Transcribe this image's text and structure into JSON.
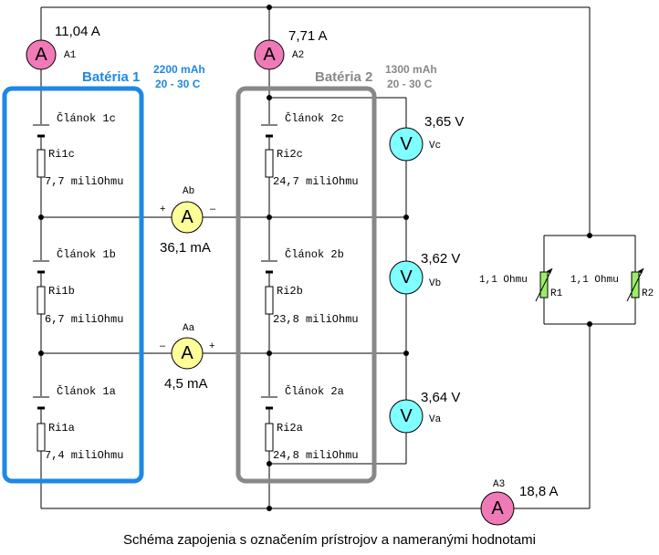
{
  "caption": "Schéma zapojenia s označením prístrojov a nameranými hodnotami",
  "colors": {
    "ammeter_pink": "#f07ab8",
    "ammeter_yellow": "#ffff99",
    "voltmeter_cyan": "#7fffff",
    "battery1_frame": "#1e88e5",
    "battery2_frame": "#888888",
    "resistor_green": "#99ee66"
  },
  "battery1": {
    "title": "Batéria 1",
    "capacity": "2200 mAh",
    "rate": "20 - 30 C"
  },
  "battery2": {
    "title": "Batéria 2",
    "capacity": "1300 mAh",
    "rate": "20 - 30 C"
  },
  "meters": {
    "A1": {
      "symbol": "A",
      "tag": "A1",
      "value": "11,04 A"
    },
    "A2": {
      "symbol": "A",
      "tag": "A2",
      "value": "7,71 A"
    },
    "A3": {
      "symbol": "A",
      "tag": "A3",
      "value": "18,8 A"
    },
    "Ab": {
      "symbol": "A",
      "tag": "Ab",
      "value": "36,1 mA",
      "plus": "+",
      "minus": "–"
    },
    "Aa": {
      "symbol": "A",
      "tag": "Aa",
      "value": "4,5 mA",
      "plus": "+",
      "minus": "–"
    },
    "Vc": {
      "symbol": "V",
      "tag": "Vc",
      "value": "3,65 V"
    },
    "Vb": {
      "symbol": "V",
      "tag": "Vb",
      "value": "3,62 V"
    },
    "Va": {
      "symbol": "V",
      "tag": "Va",
      "value": "3,64 V"
    }
  },
  "cells": {
    "c1c": {
      "name": "Článok 1c",
      "ri": "Ri1c",
      "ri_value": "7,7 miliOhmu"
    },
    "c1b": {
      "name": "Článok 1b",
      "ri": "Ri1b",
      "ri_value": "6,7 miliOhmu"
    },
    "c1a": {
      "name": "Článok 1a",
      "ri": "Ri1a",
      "ri_value": "7,4 miliOhmu"
    },
    "c2c": {
      "name": "Článok 2c",
      "ri": "Ri2c",
      "ri_value": "24,7 miliOhmu"
    },
    "c2b": {
      "name": "Článok 2b",
      "ri": "Ri2b",
      "ri_value": "23,8 miliOhmu"
    },
    "c2a": {
      "name": "Článok 2a",
      "ri": "Ri2a",
      "ri_value": "24,8 miliOhmu"
    }
  },
  "load": {
    "R1": {
      "tag": "R1",
      "value": "1,1 Ohmu"
    },
    "R2": {
      "tag": "R2",
      "value": "1,1 Ohmu"
    }
  }
}
